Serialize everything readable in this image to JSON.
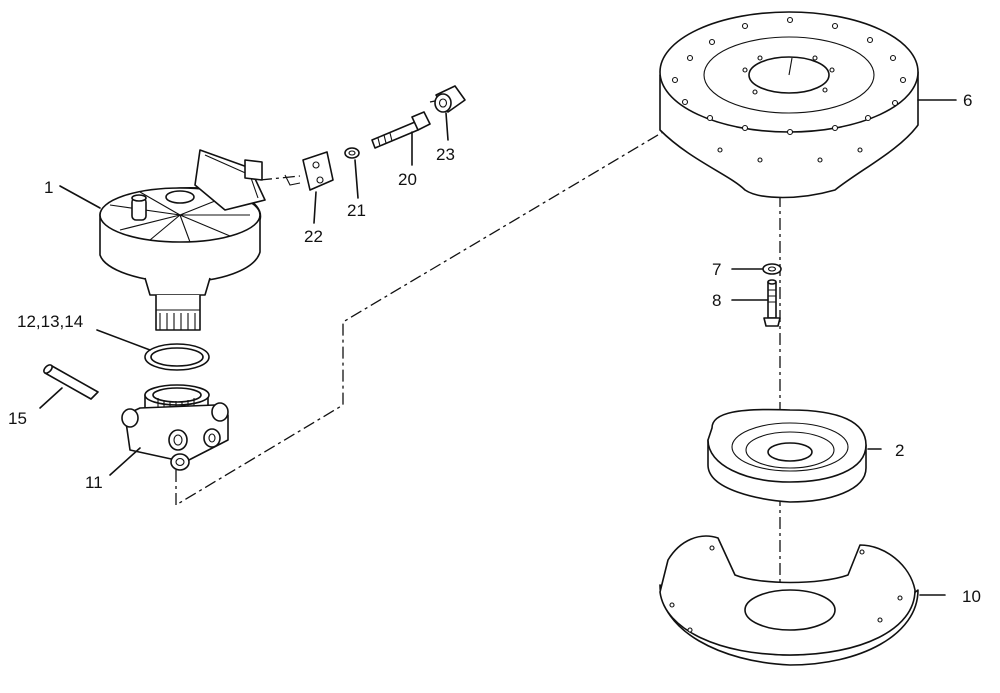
{
  "diagram": {
    "type": "exploded parts diagram",
    "colors": {
      "ink": "#111111",
      "background": "#ffffff"
    },
    "callouts": [
      {
        "id": "1",
        "label": "1"
      },
      {
        "id": "2",
        "label": "2"
      },
      {
        "id": "6",
        "label": "6"
      },
      {
        "id": "7",
        "label": "7"
      },
      {
        "id": "8",
        "label": "8"
      },
      {
        "id": "10",
        "label": "10"
      },
      {
        "id": "11",
        "label": "11"
      },
      {
        "id": "12-13-14",
        "label": "12,13,14"
      },
      {
        "id": "15",
        "label": "15"
      },
      {
        "id": "20",
        "label": "20"
      },
      {
        "id": "21",
        "label": "21"
      },
      {
        "id": "22",
        "label": "22"
      },
      {
        "id": "23",
        "label": "23"
      }
    ]
  }
}
